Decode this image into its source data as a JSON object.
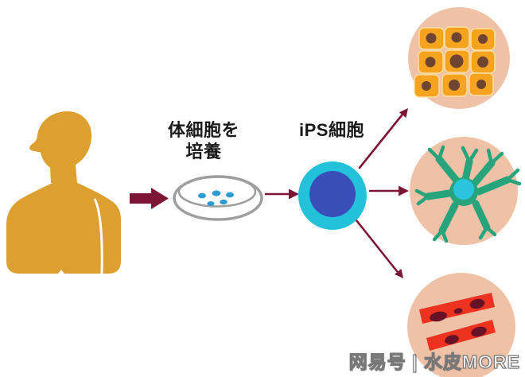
{
  "labels": {
    "culture_line1": "体細胞を",
    "culture_line2": "培養",
    "ips_cell": "iPS細胞"
  },
  "watermark": {
    "text": "网易号 | 水皮MORE"
  },
  "colors": {
    "background": "#FFFFFF",
    "label_text": "#1A1A1A",
    "person": "#DD9F2F",
    "arrow": "#7D1535",
    "dish_stroke": "#9E9E9E",
    "dish_cells": "#2E9BD2",
    "ips_outer": "#23C2DA",
    "ips_inner": "#3A4EB9",
    "tissue_circle": "#EFC2A8",
    "skin_cell": "#F6A41F",
    "skin_cell_border": "#FBDFA0",
    "skin_nucleus": "#6F4430",
    "neuron": "#27A47C",
    "neuron_nucleus": "#2AC5DD",
    "muscle": "#EE3220",
    "muscle_nucleus": "#671226"
  }
}
